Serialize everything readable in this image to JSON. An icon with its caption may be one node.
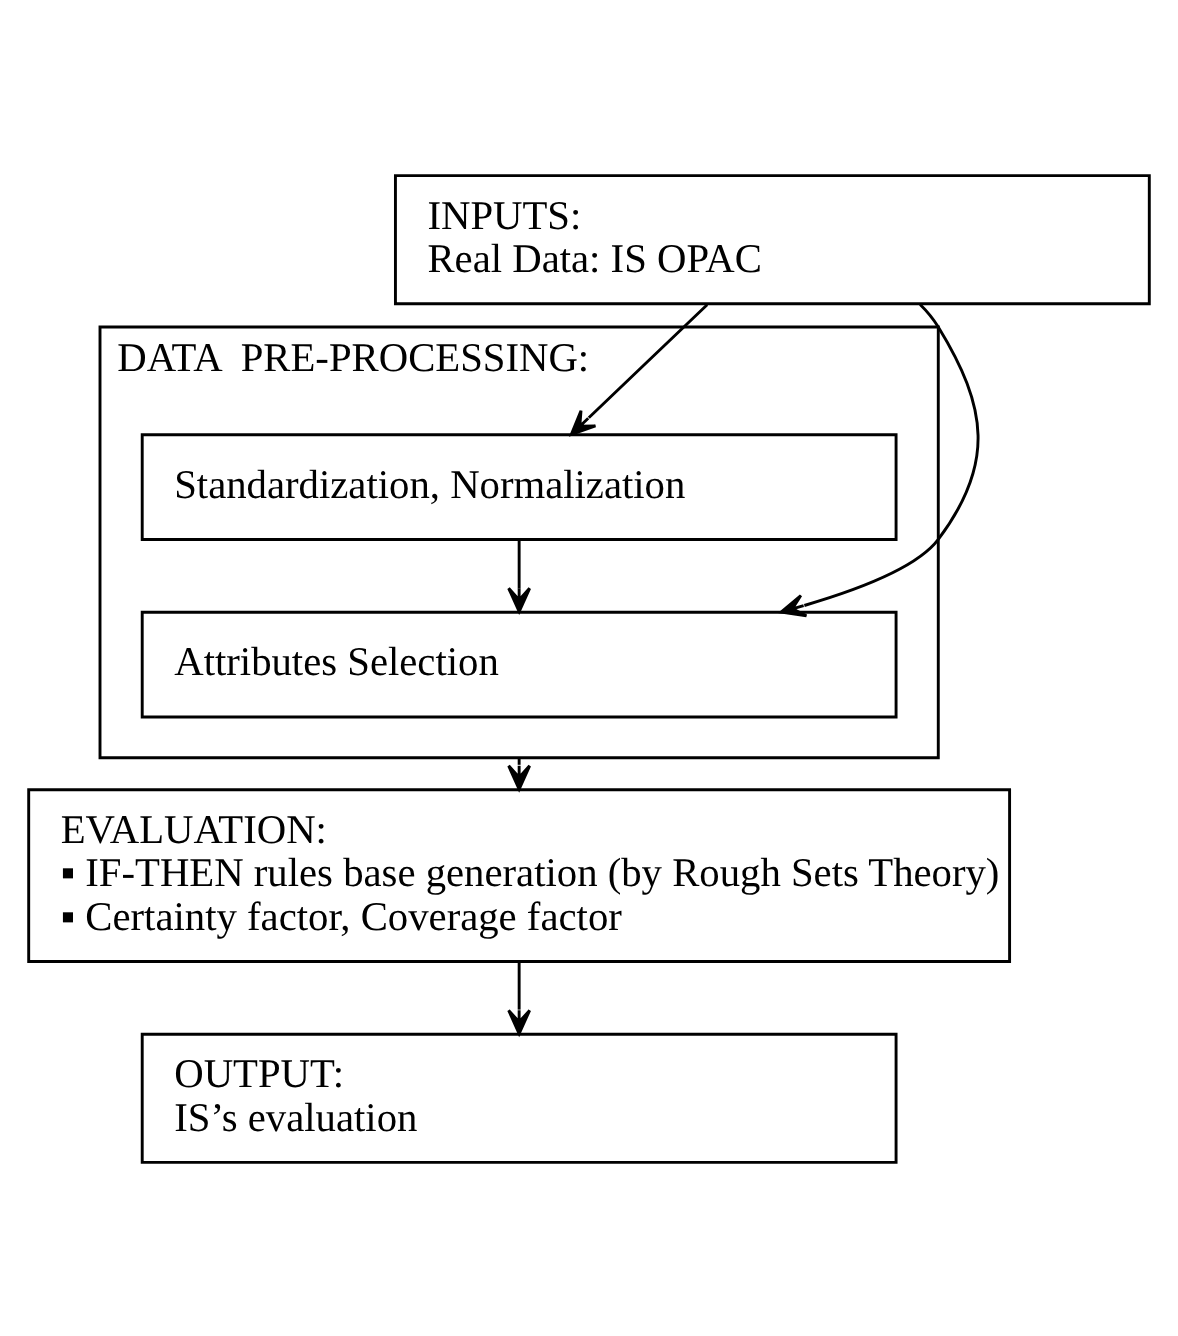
{
  "diagram": {
    "nodes": [
      {
        "text": [
          "INPUTS:",
          "Real Data: IS OPAC"
        ]
      },
      {
        "text": [
          "DATA  PRE-PROCESSING:"
        ]
      },
      {
        "text": [
          "Standardization, Normalization"
        ],
        "in": 1
      },
      {
        "text": [
          "Attributes Selection"
        ],
        "in": 1
      },
      {
        "text": [
          "EVALUATION:",
          "▪ IF-THEN rules base generation (by Rough Sets Theory)",
          "▪ Certainty factor, Coverage factor"
        ]
      },
      {
        "text": [
          "OUTPUT:",
          "IS’s evaluation"
        ]
      }
    ],
    "edges": [
      {
        "from": 0,
        "to": 2,
        "arrow": "to"
      },
      {
        "from": 0,
        "to": 3,
        "arrow": "to"
      },
      {
        "from": 2,
        "to": 3,
        "arrow": "to"
      },
      {
        "from": 1,
        "to": 4,
        "arrow": "to"
      },
      {
        "from": 4,
        "to": 5,
        "arrow": "to"
      }
    ]
  }
}
